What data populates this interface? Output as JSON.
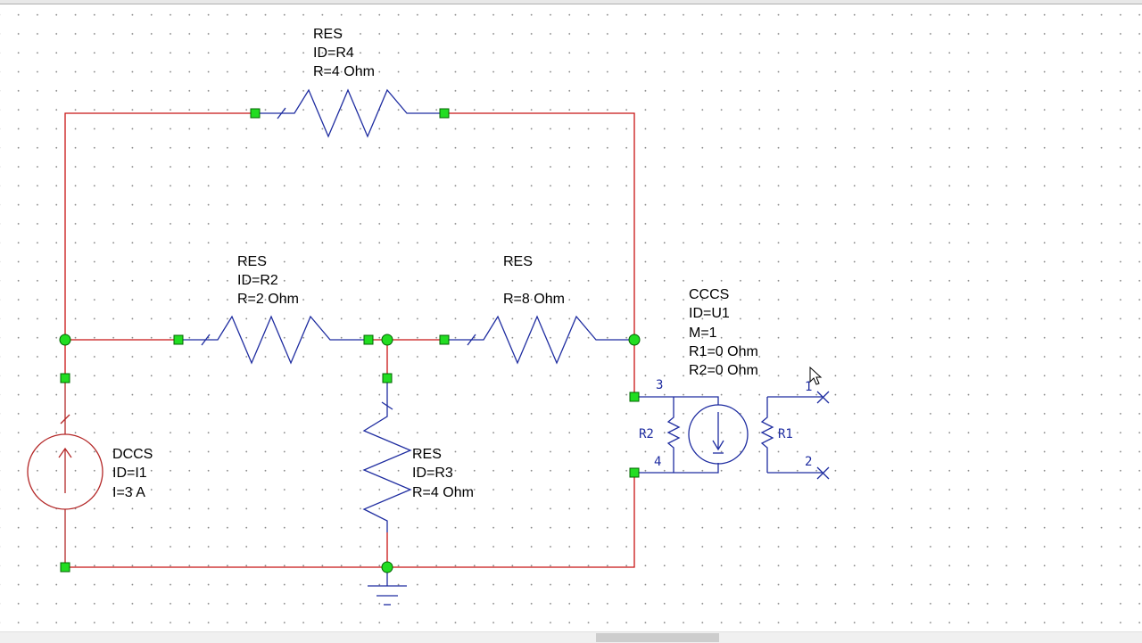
{
  "components": {
    "r4": {
      "type_label": "RES",
      "id_label": "ID=R4",
      "value_label": "R=4 Ohm"
    },
    "r2": {
      "type_label": "RES",
      "id_label": "ID=R2",
      "value_label": "R=2 Ohm"
    },
    "r_middle": {
      "type_label": "RES",
      "value_label": "R=8 Ohm"
    },
    "r3": {
      "type_label": "RES",
      "id_label": "ID=R3",
      "value_label": "R=4 Ohm"
    },
    "dccs": {
      "type_label": "DCCS",
      "id_label": "ID=I1",
      "value_label": "I=3 A"
    },
    "cccs": {
      "type_label": "CCCS",
      "id_label": "ID=U1",
      "m_label": "M=1",
      "r1_param": "R1=0 Ohm",
      "r2_param": "R2=0 Ohm",
      "internal_r2": "R2",
      "internal_r1": "R1",
      "pin1": "1",
      "pin2": "2",
      "pin3": "3",
      "pin4": "4"
    }
  },
  "colors": {
    "wire": "#c81414",
    "component": "#1e2ca0",
    "node": "#22dd22",
    "grid_dot": "#8a8a8a",
    "background": "#ffffff"
  }
}
